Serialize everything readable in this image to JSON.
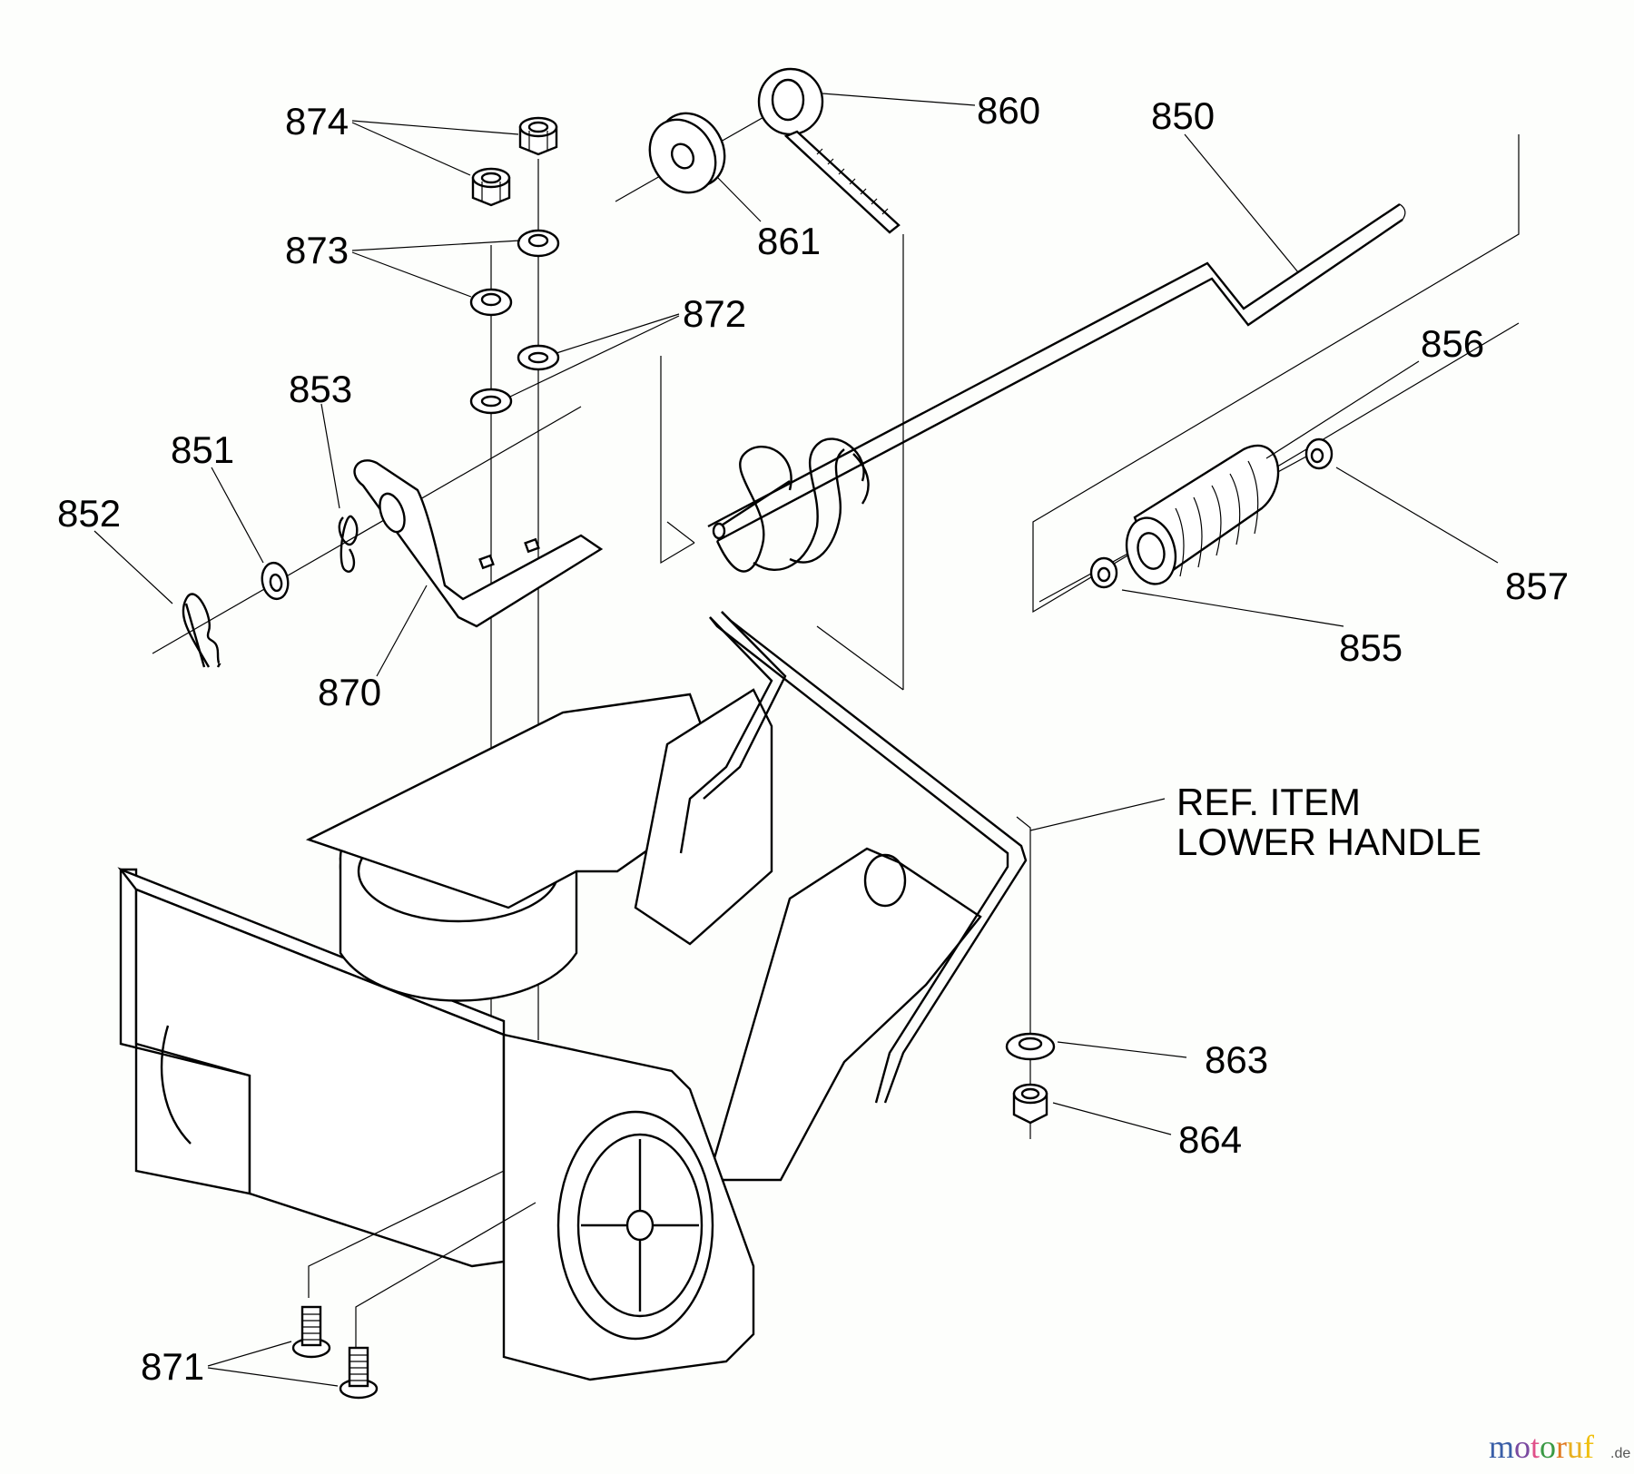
{
  "diagram": {
    "title": "Exploded parts diagram - lower chute housing, rods and handle hardware",
    "callouts": [
      {
        "id": "850",
        "text": "850"
      },
      {
        "id": "851",
        "text": "851"
      },
      {
        "id": "852",
        "text": "852"
      },
      {
        "id": "853",
        "text": "853"
      },
      {
        "id": "855",
        "text": "855"
      },
      {
        "id": "856",
        "text": "856"
      },
      {
        "id": "857",
        "text": "857"
      },
      {
        "id": "860",
        "text": "860"
      },
      {
        "id": "861",
        "text": "861"
      },
      {
        "id": "863",
        "text": "863"
      },
      {
        "id": "864",
        "text": "864"
      },
      {
        "id": "870",
        "text": "870"
      },
      {
        "id": "871",
        "text": "871"
      },
      {
        "id": "872",
        "text": "872"
      },
      {
        "id": "873",
        "text": "873"
      },
      {
        "id": "874",
        "text": "874"
      }
    ],
    "reference_note": {
      "line1": "REF. ITEM",
      "line2": "LOWER HANDLE"
    }
  },
  "watermark": {
    "text": "motoruf",
    "suffix": ".de",
    "letter_colors": [
      "#3a5fa8",
      "#7a4aa0",
      "#e0508a",
      "#3a9a45",
      "#e07a20",
      "#e8b020",
      "#f0c010"
    ]
  }
}
